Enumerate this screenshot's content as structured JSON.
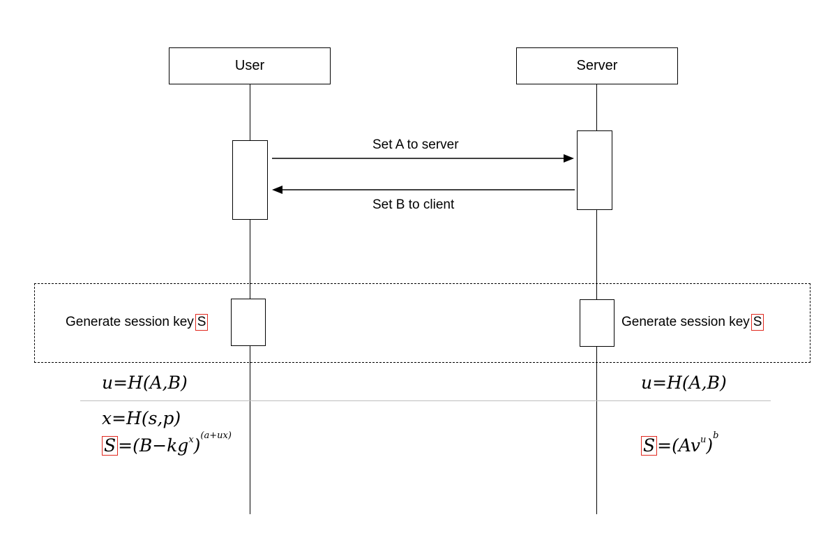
{
  "actors": {
    "left": "User",
    "right": "Server"
  },
  "messages": {
    "to_server": "Set A to server",
    "to_client": "Set B to client"
  },
  "generate": {
    "label": "Generate session key",
    "key": "S"
  },
  "equations": {
    "left_u": "u=H(A,B)",
    "right_u": "u=H(A,B)",
    "left_x": "x=H(s,p)",
    "left_S_rhs": "=(B−kg",
    "left_S_exp_inner": "x",
    "left_S_paren": ")",
    "left_S_outer_exp": "(a+ux)",
    "right_S_rhs": "=(Av",
    "right_S_exp_inner": "u",
    "right_S_paren": ")",
    "right_S_outer_exp": "b"
  }
}
